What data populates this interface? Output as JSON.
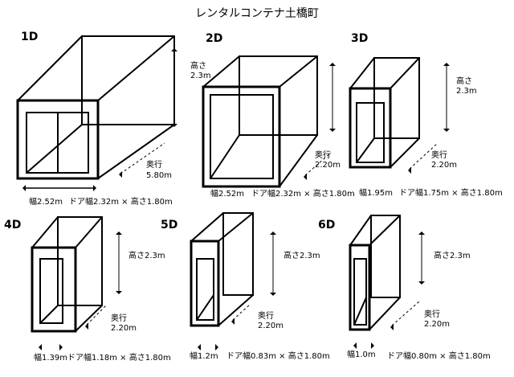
{
  "title": "レンタルコンテナ土橋町",
  "units": [
    {
      "code": "1D",
      "height_label": "",
      "height_value": "",
      "depth_label": "奥行",
      "depth_value": "5.80m",
      "width": "幅2.52m",
      "door": "ドア幅2.32m × 高さ1.80m"
    },
    {
      "code": "2D",
      "height_label": "高さ",
      "height_value": "2.3m",
      "depth_label": "奥行",
      "depth_value": "2.20m",
      "width": "幅2.52m",
      "door": "ドア幅2.32m × 高さ1.80m"
    },
    {
      "code": "3D",
      "height_label": "高さ",
      "height_value": "2.3m",
      "depth_label": "奥行",
      "depth_value": "2.20m",
      "width": "幅1.95m",
      "door": "ドア幅1.75m × 高さ1.80m"
    },
    {
      "code": "4D",
      "height_label": "高さ2.3m",
      "height_value": "",
      "depth_label": "奥行",
      "depth_value": "2.20m",
      "width": "幅1.39m",
      "door": "ドア幅1.18m × 高さ1.80m"
    },
    {
      "code": "5D",
      "height_label": "高さ2.3m",
      "height_value": "",
      "depth_label": "奥行",
      "depth_value": "2.20m",
      "width": "幅1.2m",
      "door": "ドア幅0.83m × 高さ1.80m"
    },
    {
      "code": "6D",
      "height_label": "高さ2.3m",
      "height_value": "",
      "depth_label": "奥行",
      "depth_value": "2.20m",
      "width": "幅1.0m",
      "door": "ドア幅0.80m × 高さ1.80m"
    }
  ]
}
